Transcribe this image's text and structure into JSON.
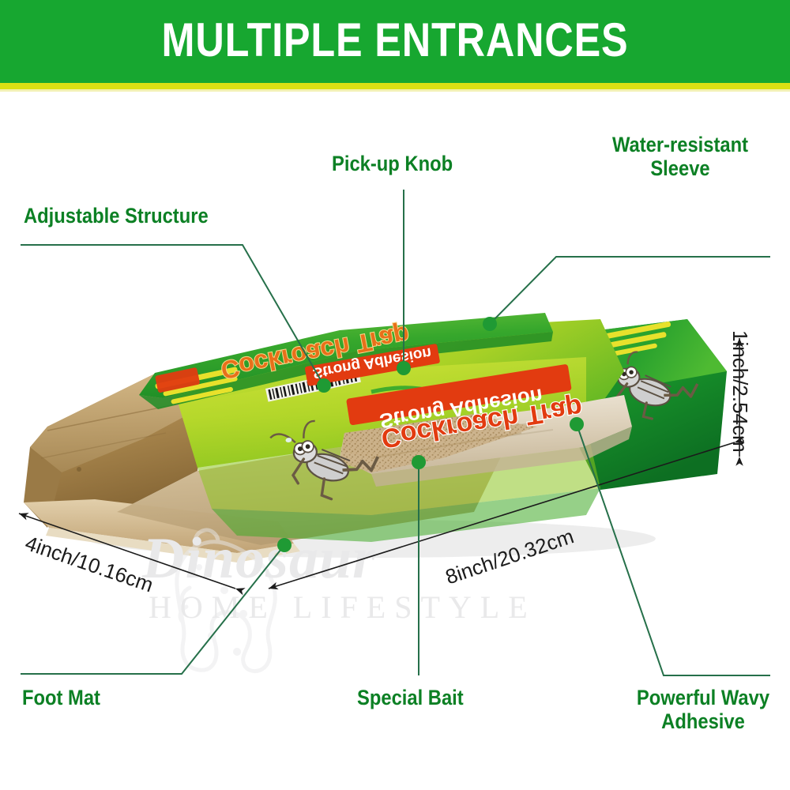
{
  "header": {
    "title": "MULTIPLE ENTRANCES",
    "banner_color": "#17a730",
    "stripe_color": "#dbe014",
    "title_color": "#ffffff"
  },
  "callouts": {
    "accent_color": "#0c8024",
    "leader_color": "#26704a",
    "dot_color": "#1f9a34",
    "items": [
      {
        "id": "adjustable-structure",
        "label": "Adjustable Structure"
      },
      {
        "id": "pick-up-knob",
        "label": "Pick-up Knob"
      },
      {
        "id": "water-resistant-sleeve",
        "label": "Water-resistant\nSleeve"
      },
      {
        "id": "foot-mat",
        "label": "Foot Mat"
      },
      {
        "id": "special-bait",
        "label": "Special Bait"
      },
      {
        "id": "powerful-wavy-adhesive",
        "label": "Powerful Wavy\nAdhesive"
      }
    ]
  },
  "dimensions": {
    "width": "4inch/10.16cm",
    "length": "8inch/20.32cm",
    "height": "1inch/2.54cm"
  },
  "product": {
    "package_text_primary": "Cockroach Trap",
    "package_text_secondary": "Strong Adhesion",
    "package_text_flap": "Cockroach Trap",
    "package_text_side": "Strong Adhesion",
    "colors": {
      "lime": "#b9d92b",
      "green_mid": "#3faa27",
      "green_dark": "#15802a",
      "kraft": "#b08c52",
      "kraft_dark": "#8c6b3a",
      "bait": "#cbb189",
      "glue": "#ded2bc",
      "red": "#e23b10",
      "yellow": "#f2e52c"
    }
  },
  "watermark": {
    "brand": "Dinosaur",
    "tagline": "HOME LIFESTYLE"
  }
}
